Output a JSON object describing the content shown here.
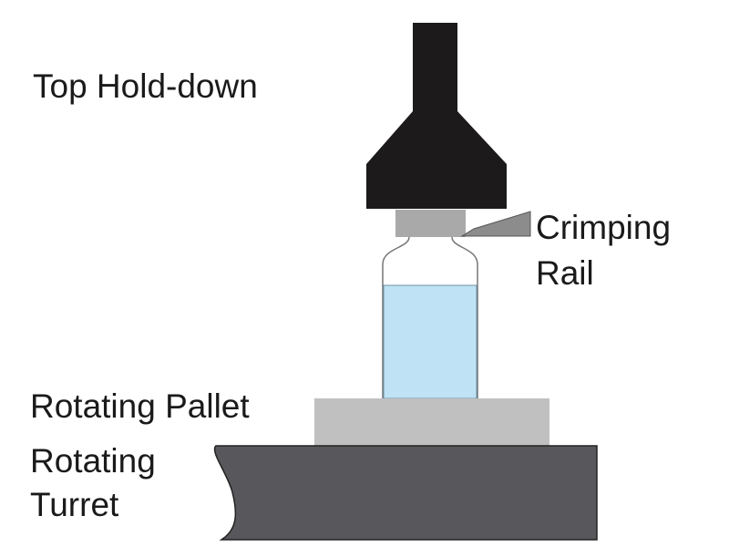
{
  "labels": {
    "top_hold_down": "Top Hold-down",
    "crimping_rail_line1": "Crimping",
    "crimping_rail_line2": "Rail",
    "rotating_pallet": "Rotating Pallet",
    "rotating_turret_line1": "Rotating",
    "rotating_turret_line2": "Turret"
  },
  "colors": {
    "hold_down": "#1c1a1a",
    "cap": "#a9a9a9",
    "crimping_rail": "#8c8c8c",
    "liquid": "#bfe3f5",
    "pallet": "#c0c0c0",
    "turret": "#58575b"
  }
}
